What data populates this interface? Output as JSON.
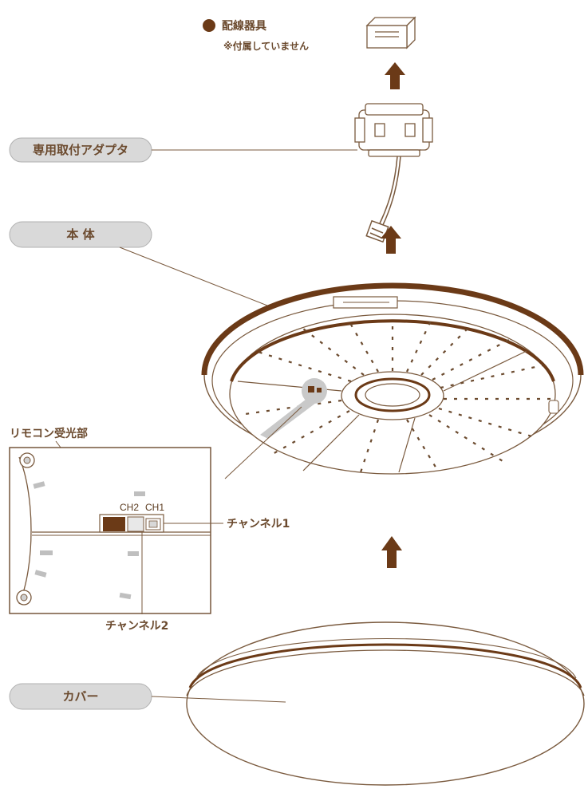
{
  "labels": {
    "wiring_device": "配線器具",
    "not_included": "※付属していません",
    "adapter": "専用取付アダプタ",
    "body": "本 体",
    "cover": "カバー",
    "remote_receiver": "リモコン受光部",
    "ch2": "CH2",
    "ch1": "CH1",
    "channel1": "チャンネル1",
    "channel2": "チャンネル2"
  },
  "colors": {
    "brown": "#6b3a17",
    "line": "#7a5a3e",
    "pill": "#d9d9d9"
  }
}
